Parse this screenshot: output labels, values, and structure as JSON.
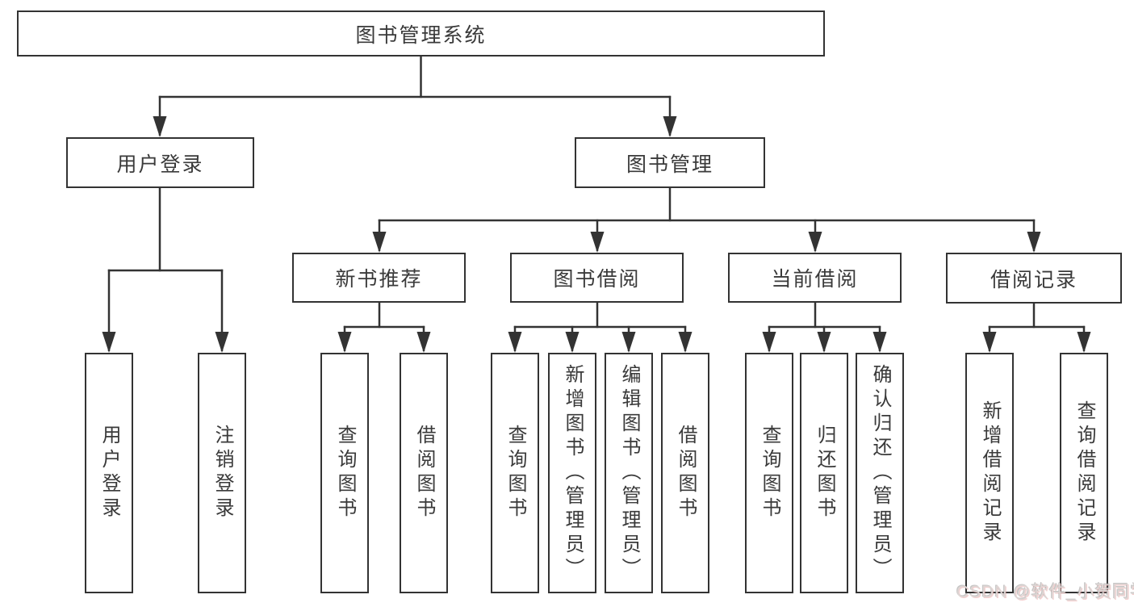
{
  "diagram": {
    "tree": {
      "root": "图书管理系统",
      "branches": [
        {
          "label": "用户登录",
          "children": [
            "用户登录",
            "注销登录"
          ]
        },
        {
          "label": "图书管理",
          "sections": [
            {
              "label": "新书推荐",
              "children": [
                "查询图书",
                "借阅图书"
              ]
            },
            {
              "label": "图书借阅",
              "children": [
                "查询图书",
                "新增图书（管理员）",
                "编辑图书（管理员）",
                "借阅图书"
              ]
            },
            {
              "label": "当前借阅",
              "children": [
                "查询图书",
                "归还图书",
                "确认归还（管理员）"
              ]
            },
            {
              "label": "借阅记录",
              "children": [
                "新增借阅记录",
                "查询借阅记录"
              ]
            }
          ]
        }
      ]
    }
  },
  "watermark": {
    "text": "CSDN @软件_小贺同学"
  },
  "colors": {
    "line": "#333333",
    "node_border": "#333333",
    "node_fill": "#ffffff",
    "text": "#3a3a3a",
    "background": "#ffffff",
    "watermark_text": "#ded6d4"
  }
}
